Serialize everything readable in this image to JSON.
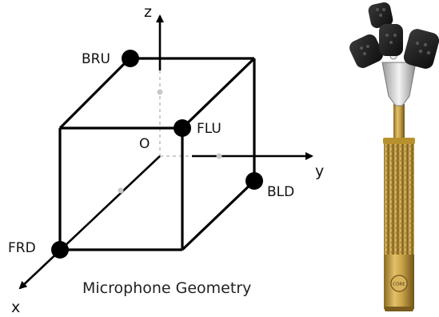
{
  "diagram": {
    "caption": "Microphone Geometry",
    "origin_label": "O",
    "axes": {
      "x": "x",
      "y": "y",
      "z": "z"
    },
    "capsules": {
      "bru": "BRU",
      "flu": "FLU",
      "bld": "BLD",
      "frd": "FRD"
    }
  },
  "photo": {
    "badge_text": "CORE",
    "colors": {
      "brass": "#c9a24a",
      "capsule": "#1c1c1c",
      "mount": "#d8d8d8"
    }
  }
}
